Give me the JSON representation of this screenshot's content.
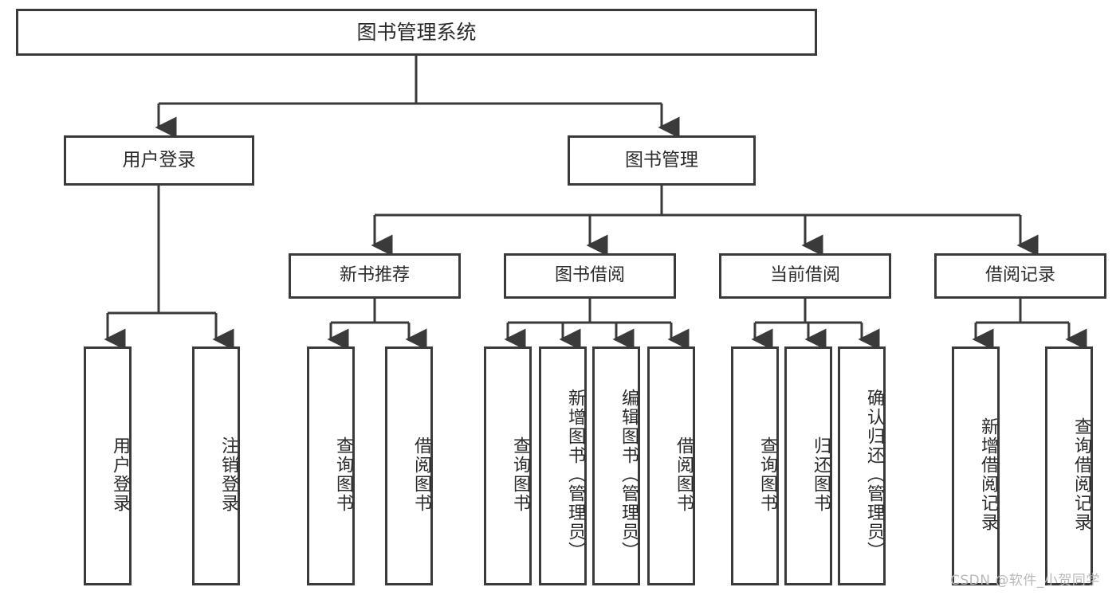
{
  "diagram": {
    "title": "图书管理系统",
    "type": "tree-hierarchy",
    "watermark": "CSDN @软件_小贺同学",
    "colors": {
      "box_border": "#3a3a3a",
      "box_fill": "#ffffff",
      "text": "#2b2b2b",
      "edge": "#3a3a3a",
      "watermark": "#b9b9b9"
    },
    "nodes": {
      "root": {
        "label": "图书管理系统"
      },
      "level1": [
        {
          "label": "用户登录"
        },
        {
          "label": "图书管理"
        }
      ],
      "level2": [
        {
          "label": "新书推荐"
        },
        {
          "label": "图书借阅"
        },
        {
          "label": "当前借阅"
        },
        {
          "label": "借阅记录"
        }
      ],
      "leaves": {
        "user_login": [
          {
            "label": "用户登录"
          },
          {
            "label": "注销登录"
          }
        ],
        "new_book": [
          {
            "label": "查询图书"
          },
          {
            "label": "借阅图书"
          }
        ],
        "book_borrow": [
          {
            "label": "查询图书"
          },
          {
            "label": "新增图书（管理员）"
          },
          {
            "label": "编辑图书（管理员）"
          },
          {
            "label": "借阅图书"
          }
        ],
        "current_borrow": [
          {
            "label": "查询图书"
          },
          {
            "label": "归还图书"
          },
          {
            "label": "确认归还（管理员）"
          }
        ],
        "borrow_record": [
          {
            "label": "新增借阅记录"
          },
          {
            "label": "查询借阅记录"
          }
        ]
      }
    }
  }
}
